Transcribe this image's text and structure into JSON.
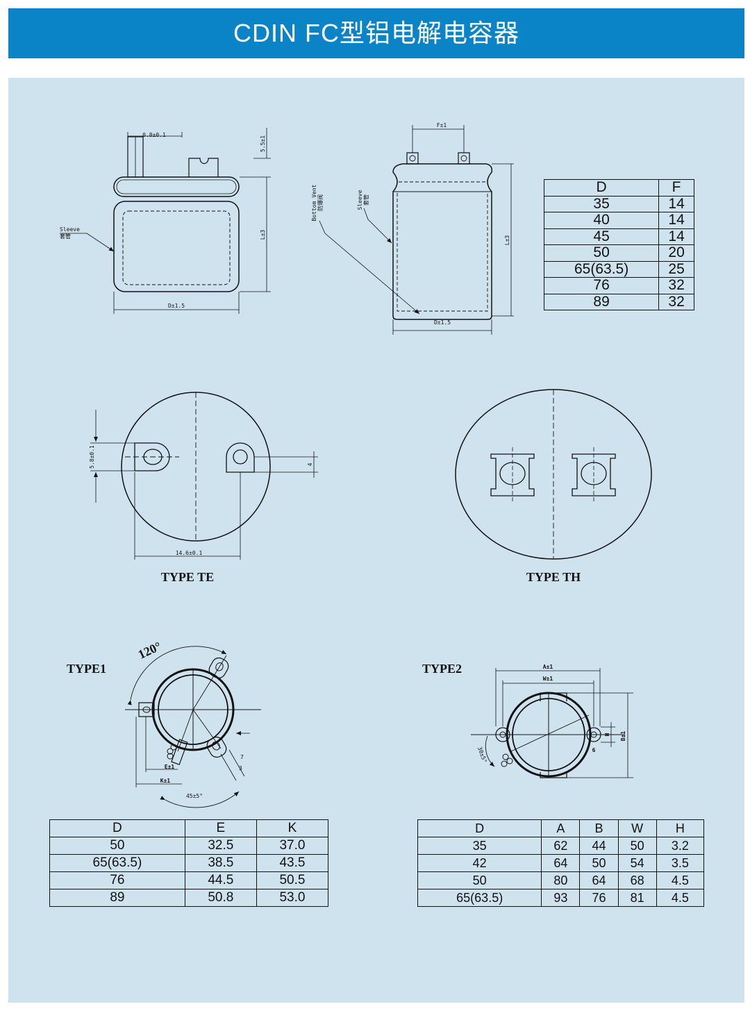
{
  "header": {
    "title": "CDIN FC型铝电解电容器",
    "bg_color": "#0a84c6"
  },
  "panel": {
    "bg_color": "#cfe3ee"
  },
  "drawing1": {
    "lead_dim": "0.8±0.1",
    "height_dim": "5.5±1",
    "length_dim": "L±3",
    "diameter_dim": "D±1.5",
    "sleeve_label": "Sleeve",
    "sleeve_cn": "套管"
  },
  "drawing2": {
    "f_dim": "F±1",
    "length_dim": "L±3",
    "diameter_dim": "D±1.5",
    "vent_label": "Bottom Vent",
    "vent_cn": "防爆阀",
    "sleeve_label": "Sleeve",
    "sleeve_cn": "套管"
  },
  "type_te": {
    "label": "TYPE TE",
    "width_dim": "14.6±0.1",
    "height_dim": "5.8±0.1",
    "offset_dim": "4"
  },
  "type_th": {
    "label": "TYPE TH"
  },
  "type1": {
    "label": "TYPE1",
    "angle_top": "120°",
    "angle_bottom": "45±5°",
    "e_dim": "E±1",
    "k_dim": "K±1",
    "dim_7": "7",
    "dim_3": "3"
  },
  "type2": {
    "label": "TYPE2",
    "a_dim": "A±1",
    "w_dim": "W±1",
    "b_dim": "B±1",
    "h_dim": "H",
    "dim_6": "6",
    "angle": "30±5°"
  },
  "table_df": {
    "headers": [
      "D",
      "F"
    ],
    "rows": [
      [
        "35",
        "14"
      ],
      [
        "40",
        "14"
      ],
      [
        "45",
        "14"
      ],
      [
        "50",
        "20"
      ],
      [
        "65(63.5)",
        "25"
      ],
      [
        "76",
        "32"
      ],
      [
        "89",
        "32"
      ]
    ]
  },
  "table_type1": {
    "headers": [
      "D",
      "E",
      "K"
    ],
    "rows": [
      [
        "50",
        "32.5",
        "37.0"
      ],
      [
        "65(63.5)",
        "38.5",
        "43.5"
      ],
      [
        "76",
        "44.5",
        "50.5"
      ],
      [
        "89",
        "50.8",
        "53.0"
      ]
    ]
  },
  "table_type2": {
    "headers": [
      "D",
      "A",
      "B",
      "W",
      "H"
    ],
    "rows": [
      [
        "35",
        "62",
        "44",
        "50",
        "3.2"
      ],
      [
        "42",
        "64",
        "50",
        "54",
        "3.5"
      ],
      [
        "50",
        "80",
        "64",
        "68",
        "4.5"
      ],
      [
        "65(63.5)",
        "93",
        "76",
        "81",
        "4.5"
      ]
    ]
  }
}
